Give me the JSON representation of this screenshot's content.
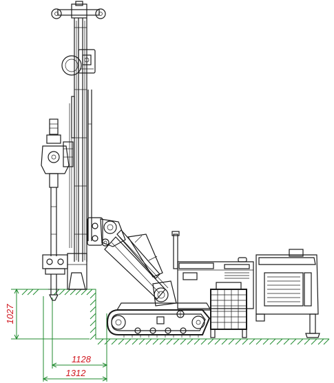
{
  "dimensions": {
    "height_label": "1027",
    "width_inner_label": "1128",
    "width_outer_label": "1312"
  },
  "colors": {
    "line": "#1a1a1a",
    "dimension_line": "#1f8a2e",
    "dimension_text": "#d0161e",
    "ground_hatch": "#1f8a2e"
  },
  "icons": {
    "tool_icon": "drill-bit-icon",
    "machine_icon": "crawler-drill-rig-icon"
  }
}
